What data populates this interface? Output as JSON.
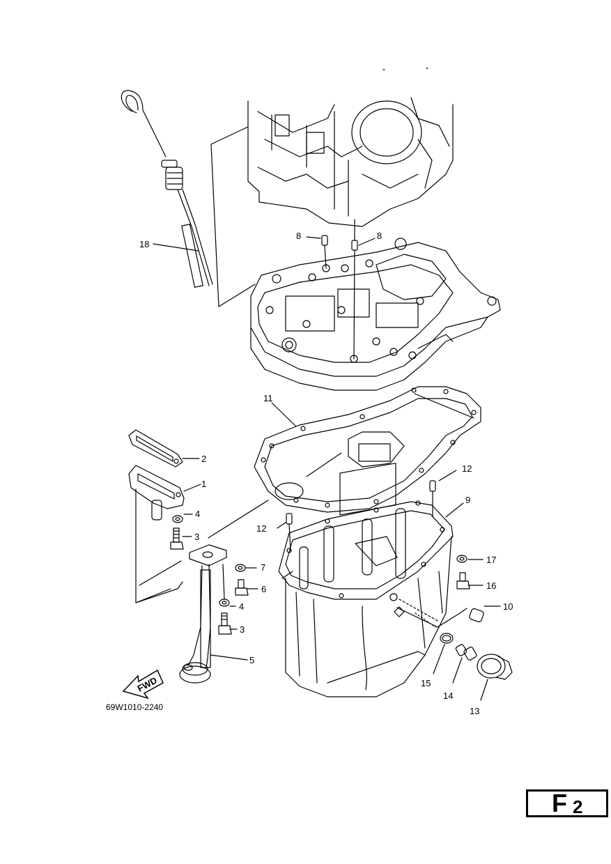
{
  "callouts": {
    "c1": "1",
    "c2": "2",
    "c3a": "3",
    "c3b": "3",
    "c4a": "4",
    "c4b": "4",
    "c5": "5",
    "c6": "6",
    "c7": "7",
    "c8a": "8",
    "c8b": "8",
    "c9": "9",
    "c10": "10",
    "c11": "11",
    "c12a": "12",
    "c12b": "12",
    "c13": "13",
    "c14": "14",
    "c15": "15",
    "c16": "16",
    "c17": "17",
    "c18": "18"
  },
  "fwd_arrow": "FWD",
  "diagram_code": "69W1010-2240",
  "page_id": {
    "letter": "F",
    "number": "2"
  }
}
